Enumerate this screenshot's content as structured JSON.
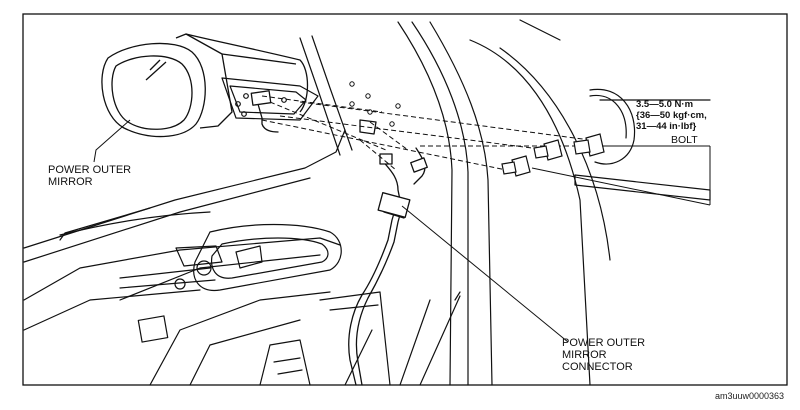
{
  "labels": {
    "mirror": [
      "POWER OUTER",
      "MIRROR"
    ],
    "torque": [
      "3.5—5.0 N·m",
      "{36—50 kgf·cm,",
      "31—44 in·lbf}"
    ],
    "bolt": "BOLT",
    "connector": [
      "POWER OUTER",
      "MIRROR",
      "CONNECTOR"
    ],
    "figure_code": "am3uuw0000363"
  },
  "colors": {
    "line": "#111111",
    "background": "#ffffff"
  }
}
